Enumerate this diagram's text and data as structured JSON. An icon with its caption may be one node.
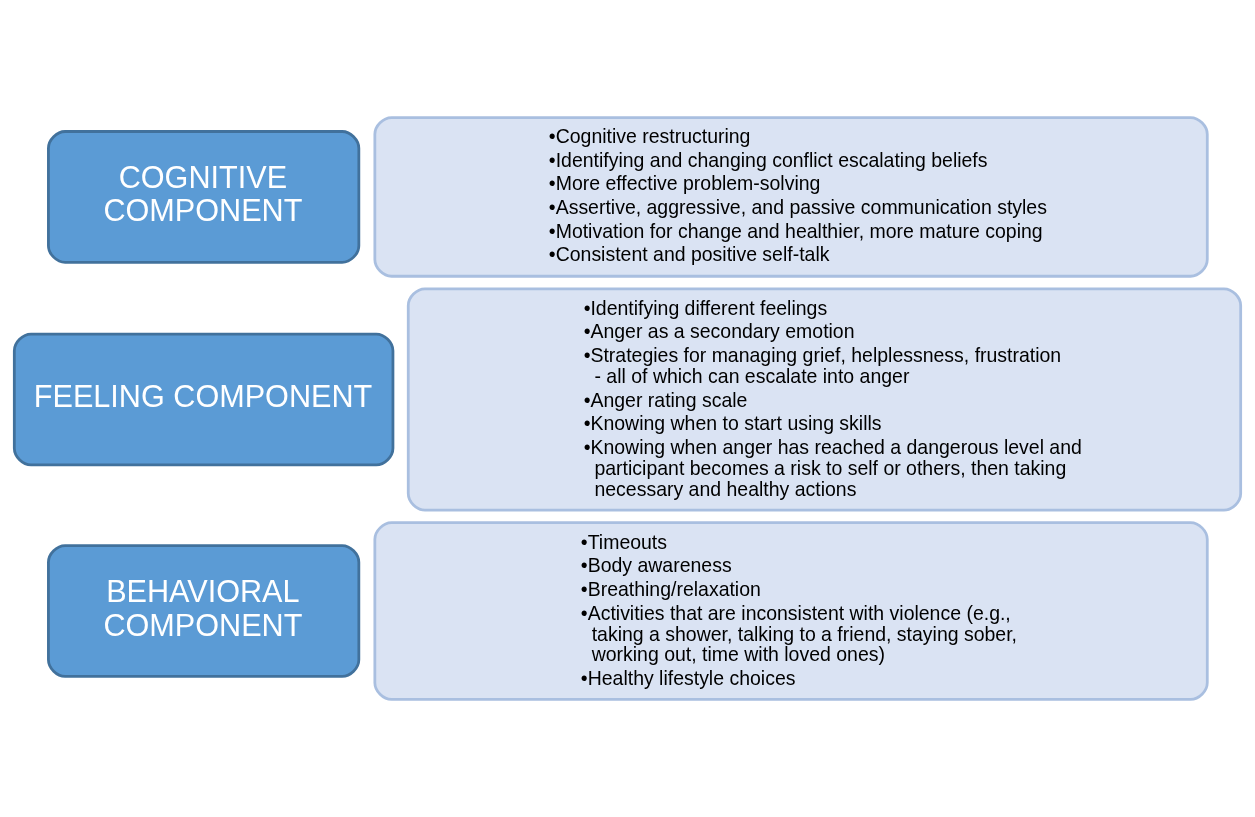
{
  "diagram": {
    "nodes": [
      {
        "text": [
          "COGNITIVE COMPONENT"
        ]
      },
      {
        "text": [
          "•Cognitive restructuring",
          "•Identifying and changing conflict escalating beliefs",
          "•More effective problem-solving",
          "•Assertive, aggressive, and passive communication styles",
          "•Motivation for change and healthier, more mature coping",
          "•Consistent and positive self-talk"
        ]
      },
      {
        "text": [
          "FEELING COMPONENT"
        ]
      },
      {
        "text": [
          "•Identifying different feelings",
          "•Anger as a secondary emotion",
          "•Strategies for managing grief, helplessness, frustration - all of which can escalate into anger",
          "•Anger rating scale",
          "•Knowing when to start using skills",
          "•Knowing when anger has reached a dangerous level and participant becomes a risk to self or others, then taking necessary and healthy actions"
        ]
      },
      {
        "text": [
          "BEHAVIORAL COMPONENT"
        ]
      },
      {
        "text": [
          "•Timeouts",
          "•Body awareness",
          "•Breathing/relaxation",
          "•Activities that are inconsistent with violence (e.g., taking a shower, talking to a friend, staying sober, working out, time with loved ones)",
          "•Healthy lifestyle choices"
        ]
      }
    ],
    "edges": []
  }
}
